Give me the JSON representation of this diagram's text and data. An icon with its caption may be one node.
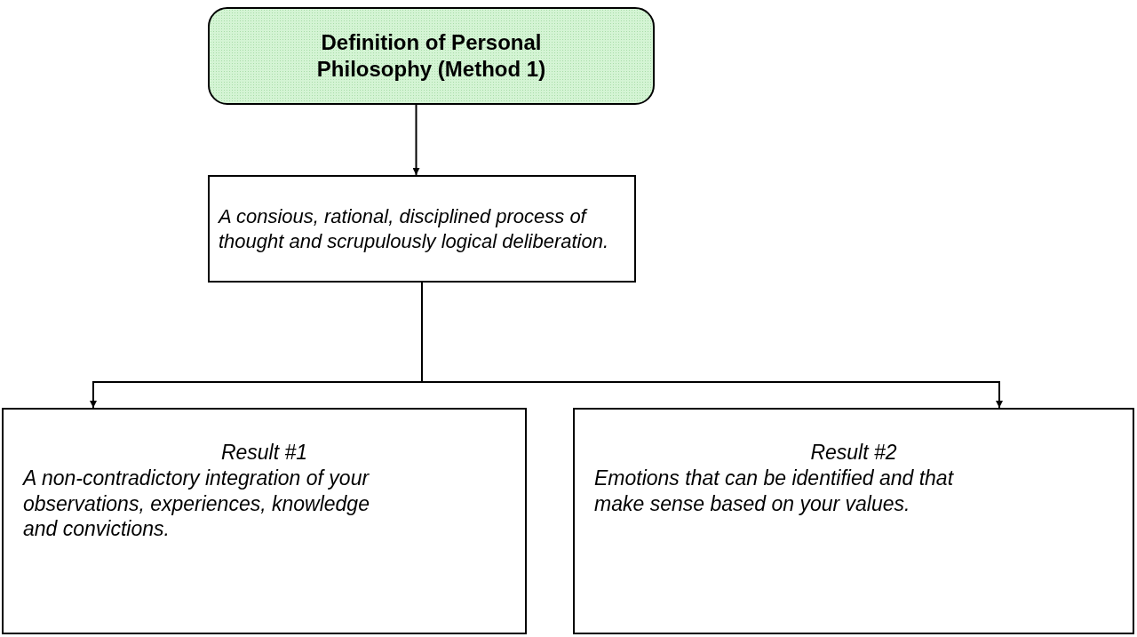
{
  "diagram": {
    "nodes": [
      {
        "text": [
          "Definition of Personal Philosophy (Method 1)"
        ]
      },
      {
        "text": [
          "A consious, rational, disciplined process of thought and scrupulously logical deliberation."
        ]
      },
      {
        "text": [
          "Result #1",
          "A non-contradictory integration of your observations, experiences, knowledge and convictions."
        ]
      },
      {
        "text": [
          "Result #2",
          "Emotions that can be identified and that make sense based on your values."
        ]
      }
    ],
    "edges": [
      {
        "from": 0,
        "to": 1,
        "arrow": "to"
      },
      {
        "from": 1,
        "to": 2,
        "arrow": "to"
      },
      {
        "from": 1,
        "to": 3,
        "arrow": "to"
      }
    ]
  }
}
